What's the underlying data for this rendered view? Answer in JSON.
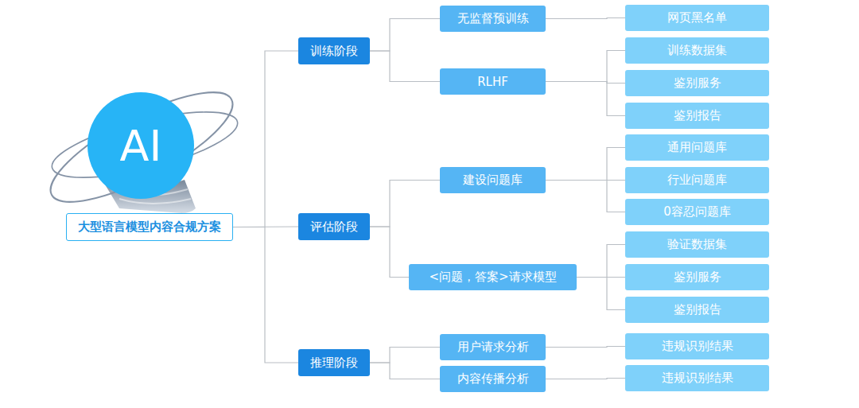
{
  "diagram": {
    "nodes": [
      {
        "text": [
          "AI"
        ]
      },
      {
        "text": [
          "大型语言模型内容合规方案"
        ]
      },
      {
        "text": [
          "训练阶段"
        ]
      },
      {
        "text": [
          "无监督预训练"
        ]
      },
      {
        "text": [
          "网页黑名单"
        ]
      },
      {
        "text": [
          "RLHF"
        ]
      },
      {
        "text": [
          "训练数据集"
        ]
      },
      {
        "text": [
          "鉴别服务"
        ]
      },
      {
        "text": [
          "鉴别报告"
        ]
      },
      {
        "text": [
          "评估阶段"
        ]
      },
      {
        "text": [
          "建设问题库"
        ]
      },
      {
        "text": [
          "通用问题库"
        ]
      },
      {
        "text": [
          "行业问题库"
        ]
      },
      {
        "text": [
          "0容忍问题库"
        ]
      },
      {
        "text": [
          "<问题，答案>请求模型"
        ]
      },
      {
        "text": [
          "验证数据集"
        ]
      },
      {
        "text": [
          "鉴别服务"
        ]
      },
      {
        "text": [
          "鉴别报告"
        ]
      },
      {
        "text": [
          "推理阶段"
        ]
      },
      {
        "text": [
          "用户请求分析"
        ]
      },
      {
        "text": [
          "违规识别结果"
        ]
      },
      {
        "text": [
          "内容传播分析"
        ]
      },
      {
        "text": [
          "违规识别结果"
        ]
      }
    ],
    "edges": [
      {
        "from": 1,
        "to": 2,
        "arrow": "none"
      },
      {
        "from": 1,
        "to": 9,
        "arrow": "none"
      },
      {
        "from": 1,
        "to": 18,
        "arrow": "none"
      },
      {
        "from": 2,
        "to": 3,
        "arrow": "none"
      },
      {
        "from": 2,
        "to": 5,
        "arrow": "none"
      },
      {
        "from": 3,
        "to": 4,
        "arrow": "none"
      },
      {
        "from": 5,
        "to": 6,
        "arrow": "none"
      },
      {
        "from": 5,
        "to": 7,
        "arrow": "none"
      },
      {
        "from": 5,
        "to": 8,
        "arrow": "none"
      },
      {
        "from": 9,
        "to": 10,
        "arrow": "none"
      },
      {
        "from": 9,
        "to": 14,
        "arrow": "none"
      },
      {
        "from": 10,
        "to": 11,
        "arrow": "none"
      },
      {
        "from": 10,
        "to": 12,
        "arrow": "none"
      },
      {
        "from": 10,
        "to": 13,
        "arrow": "none"
      },
      {
        "from": 14,
        "to": 15,
        "arrow": "none"
      },
      {
        "from": 14,
        "to": 16,
        "arrow": "none"
      },
      {
        "from": 14,
        "to": 17,
        "arrow": "none"
      },
      {
        "from": 18,
        "to": 19,
        "arrow": "none"
      },
      {
        "from": 18,
        "to": 21,
        "arrow": "none"
      },
      {
        "from": 19,
        "to": 20,
        "arrow": "none"
      },
      {
        "from": 21,
        "to": 22,
        "arrow": "none"
      }
    ]
  }
}
